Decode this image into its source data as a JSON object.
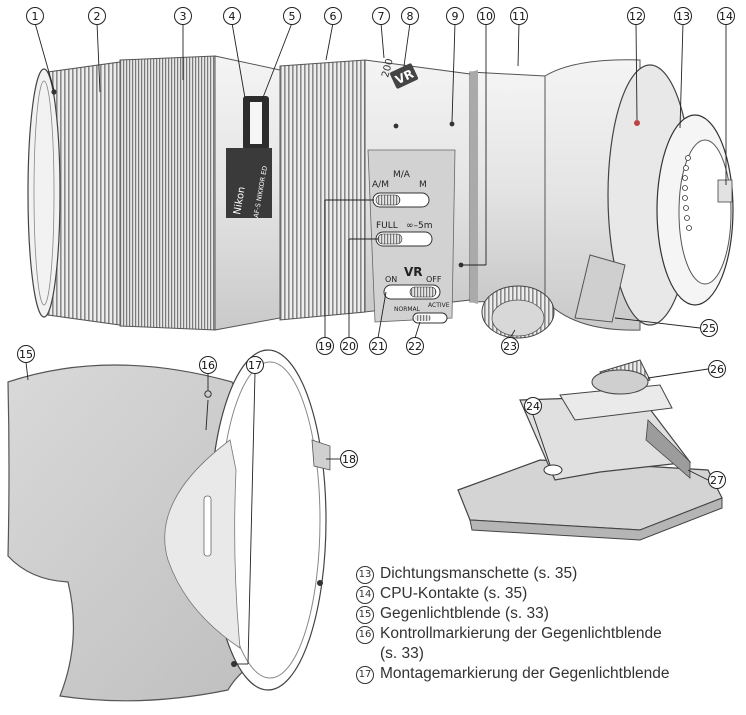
{
  "callouts": [
    {
      "id": "c1",
      "num": "1"
    },
    {
      "id": "c2",
      "num": "2"
    },
    {
      "id": "c3",
      "num": "3"
    },
    {
      "id": "c4",
      "num": "4"
    },
    {
      "id": "c5",
      "num": "5"
    },
    {
      "id": "c6",
      "num": "6"
    },
    {
      "id": "c7",
      "num": "7"
    },
    {
      "id": "c8",
      "num": "8"
    },
    {
      "id": "c9",
      "num": "9"
    },
    {
      "id": "c10",
      "num": "10"
    },
    {
      "id": "c11",
      "num": "11"
    },
    {
      "id": "c12",
      "num": "12"
    },
    {
      "id": "c13",
      "num": "13"
    },
    {
      "id": "c14",
      "num": "14"
    },
    {
      "id": "c15",
      "num": "15"
    },
    {
      "id": "c16",
      "num": "16"
    },
    {
      "id": "c17",
      "num": "17"
    },
    {
      "id": "c18",
      "num": "18"
    },
    {
      "id": "c19",
      "num": "19"
    },
    {
      "id": "c20",
      "num": "20"
    },
    {
      "id": "c21",
      "num": "21"
    },
    {
      "id": "c22",
      "num": "22"
    },
    {
      "id": "c23",
      "num": "23"
    },
    {
      "id": "c24",
      "num": "24"
    },
    {
      "id": "c25",
      "num": "25"
    },
    {
      "id": "c26",
      "num": "26"
    },
    {
      "id": "c27",
      "num": "27"
    }
  ],
  "lens_markings": {
    "brand": "Nikon",
    "model": "AF-S NIKKOR ED",
    "focal_mark": "200",
    "vr_badge": "VR",
    "focus_mode": {
      "a_m": "A/M",
      "m_a": "M/A",
      "m": "M"
    },
    "focus_limit": {
      "full": "FULL",
      "range": "∞–5m"
    },
    "vr_switch": {
      "on": "ON",
      "vr": "VR",
      "off": "OFF"
    },
    "vr_mode": {
      "normal": "NORMAL",
      "active": "ACTIVE"
    }
  },
  "legend": [
    {
      "num": "13",
      "text": "Dichtungsmanschette (s. 35)"
    },
    {
      "num": "14",
      "text": "CPU-Kontakte (s. 35)"
    },
    {
      "num": "15",
      "text": "Gegenlichtblende (s. 33)"
    },
    {
      "num": "16",
      "text": "Kontrollmarkierung der Gegenlichtblende",
      "cont": "(s. 33)"
    },
    {
      "num": "17",
      "text": "Montagemarkierung der Gegenlichtblende"
    }
  ]
}
